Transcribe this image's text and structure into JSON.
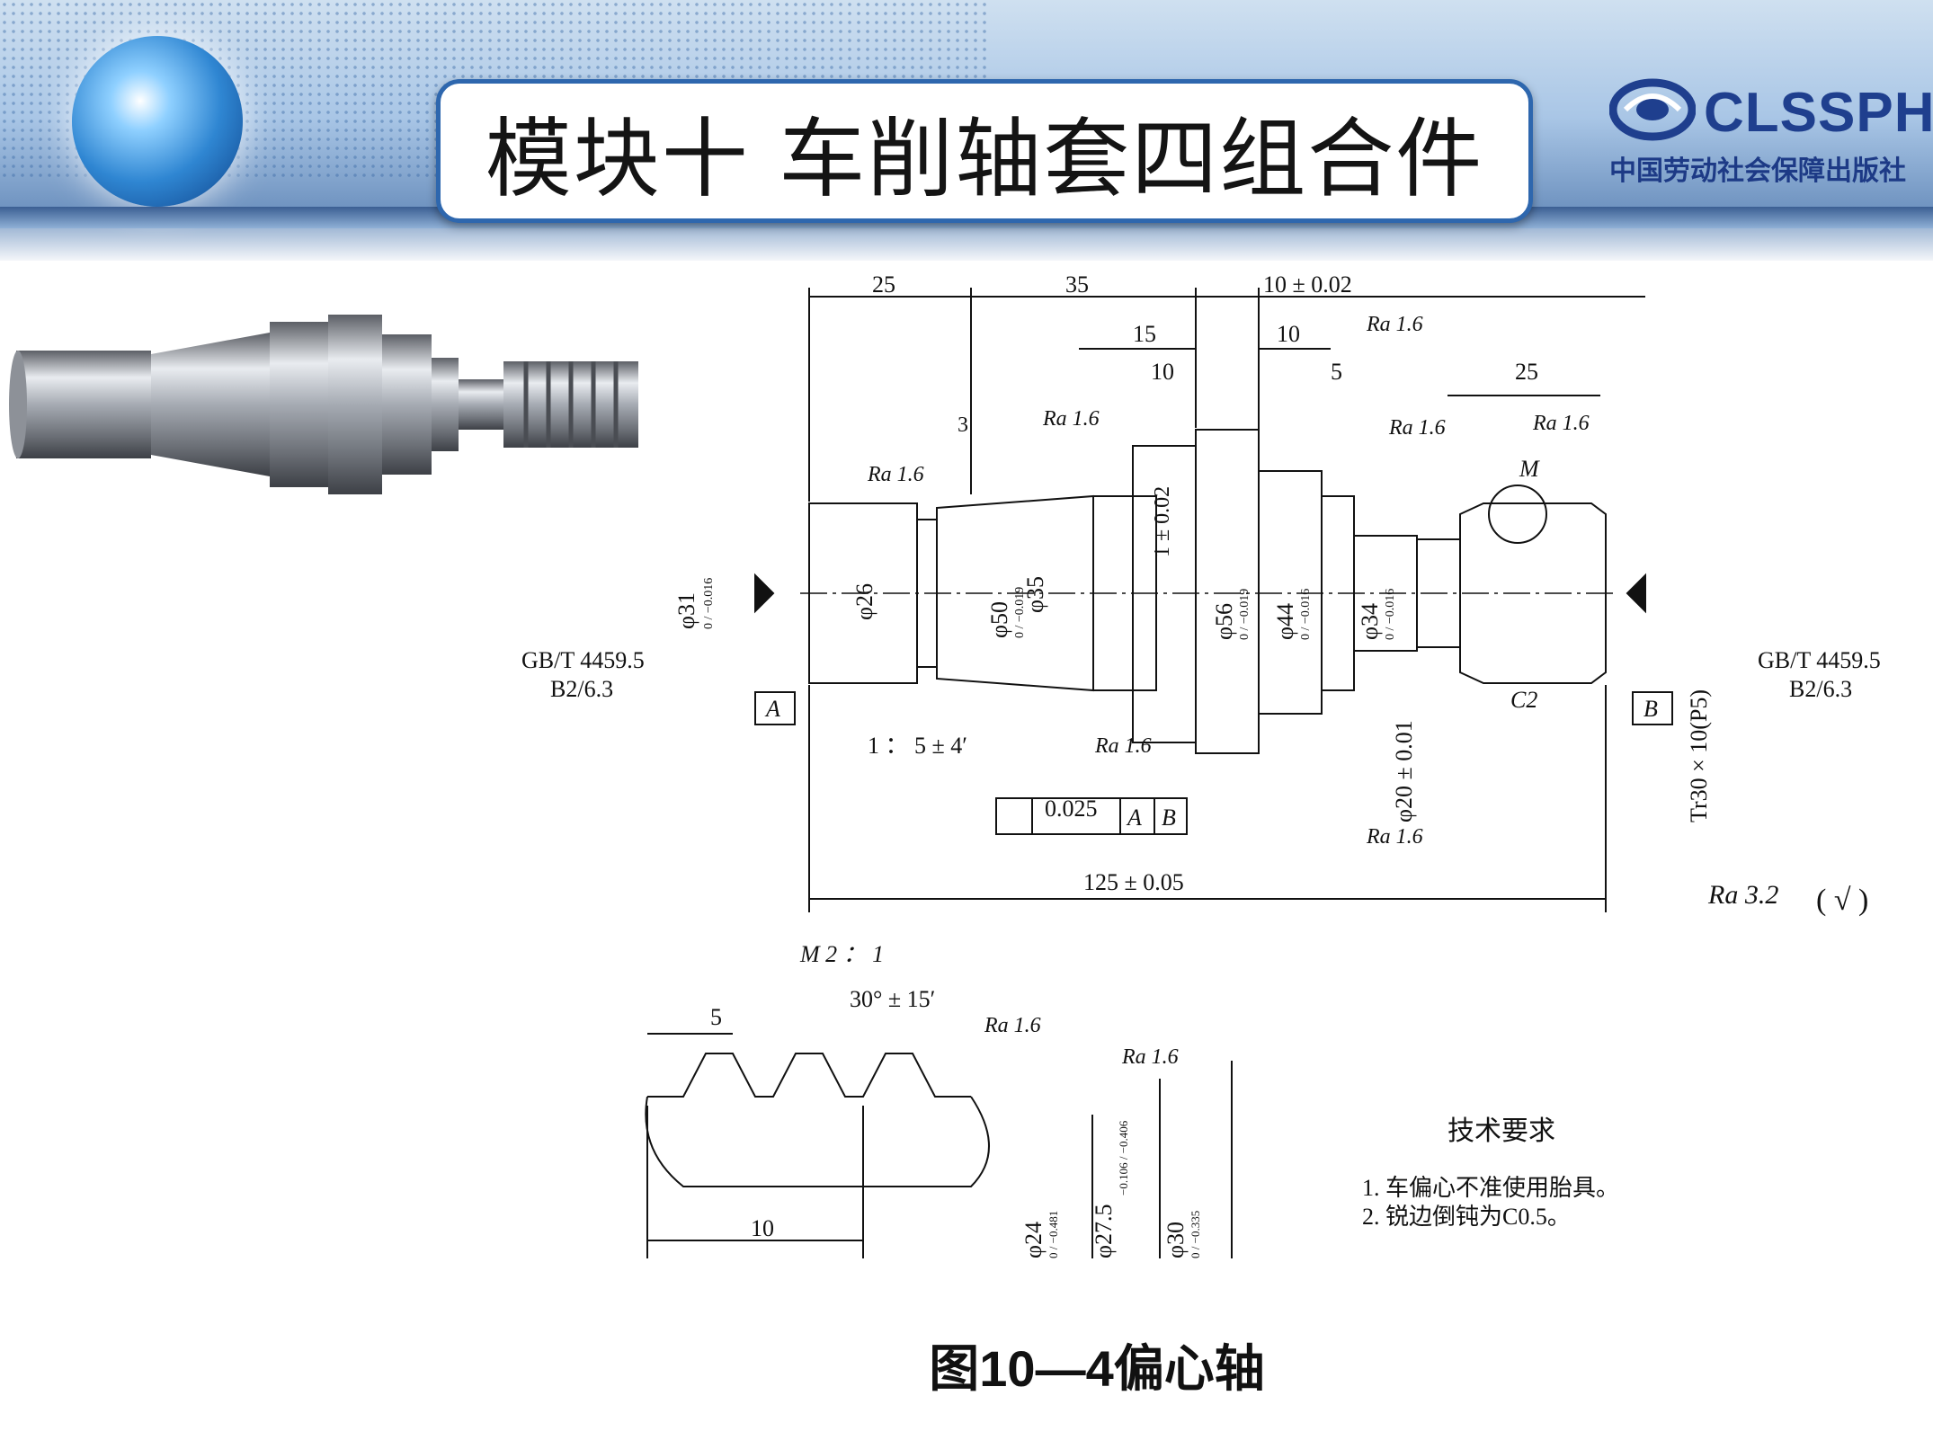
{
  "header": {
    "title": "模块十 车削轴套四组合件",
    "logo_name": "CLSSPH",
    "logo_sub": "中国劳动社会保障出版社"
  },
  "drawing": {
    "dims_top": {
      "d25": "25",
      "d35": "35",
      "d10tol": "10 ± 0.02",
      "d15": "15",
      "d10a": "10",
      "d10b": "10",
      "d5": "5",
      "d25r": "25",
      "d3": "3"
    },
    "overall_length": "125 ± 0.05",
    "roughness": {
      "ra16": "Ra 1.6",
      "ra32": "Ra 3.2",
      "check": "( √ )"
    },
    "diameters": {
      "d31": "φ31",
      "d31_tol": "0 / −0.016",
      "d26": "φ26",
      "d50": "φ50",
      "d50_tol": "0 / −0.019",
      "d35": "φ35",
      "d56": "φ56",
      "d56_tol": "0 / −0.019",
      "d44": "φ44",
      "d44_tol": "0 / −0.016",
      "d34": "φ34",
      "d34_tol": "0 / −0.016",
      "d20": "φ20 ± 0.01",
      "thread": "Tr30 × 10(P5)"
    },
    "eccentric": "1 ± 0.02",
    "taper": "1 ： 5 ± 4′",
    "runout": {
      "value": "0.025",
      "datum_a": "A",
      "datum_b": "B"
    },
    "datum_a": "A",
    "datum_b": "B",
    "marker_m": "M",
    "chamfer": "C2",
    "center_hole": {
      "std": "GB/T 4459.5",
      "spec": "B2/6.3"
    },
    "detail": {
      "scale": "M 2 ： 1",
      "pitch": "5",
      "lead": "10",
      "angle": "30° ± 15′",
      "d24": "φ24",
      "d24_tol": "0 / −0.481",
      "d275": "φ27.5",
      "d275_tol": "−0.106 / −0.406",
      "d30": "φ30",
      "d30_tol": "0 / −0.335"
    },
    "tech_req": {
      "title": "技术要求",
      "item1": "1. 车偏心不准使用胎具。",
      "item2": "2. 锐边倒钝为C0.5。"
    }
  },
  "caption": "图10—4偏心轴"
}
